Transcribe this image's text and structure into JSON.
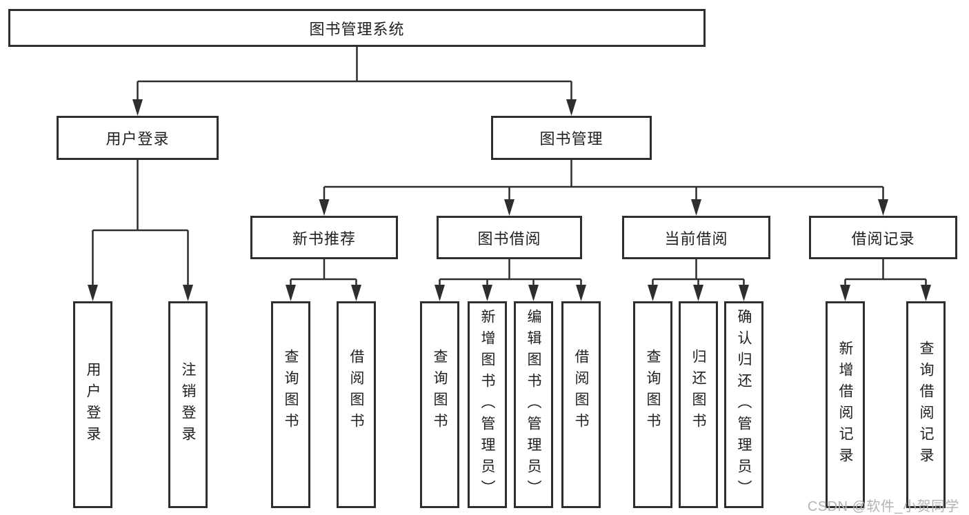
{
  "colors": {
    "background": "#ffffff",
    "box_border": "#2e2e2e",
    "connector": "#2e2e2e",
    "text": "#1f1f1f",
    "watermark_text": "#b3b3b3"
  },
  "diagram": {
    "type": "hierarchy-tree",
    "nodes": {
      "root": "图书管理系统",
      "user_login": "用户登录",
      "book_mgmt": "图书管理",
      "new_book_rec": "新书推荐",
      "book_borrow": "图书借阅",
      "current_borrow": "当前借阅",
      "borrow_record": "借阅记录",
      "ul_login": "用户登录",
      "ul_logout": "注销登录",
      "nb_query_book": "查询图书",
      "nb_borrow_book": "借阅图书",
      "bb_query_book": "查询图书",
      "bb_add_book": "新增图书（管理员）",
      "bb_edit_book": "编辑图书（管理员）",
      "bb_borrow_book": "借阅图书",
      "cb_query_book": "查询图书",
      "cb_return_book": "归还图书",
      "cb_confirm_return": "确认归还（管理员）",
      "br_add_record": "新增借阅记录",
      "br_query_record": "查询借阅记录"
    },
    "edges": [
      [
        "root",
        "user_login"
      ],
      [
        "root",
        "book_mgmt"
      ],
      [
        "user_login",
        "ul_login"
      ],
      [
        "user_login",
        "ul_logout"
      ],
      [
        "book_mgmt",
        "new_book_rec"
      ],
      [
        "book_mgmt",
        "book_borrow"
      ],
      [
        "book_mgmt",
        "current_borrow"
      ],
      [
        "book_mgmt",
        "borrow_record"
      ],
      [
        "new_book_rec",
        "nb_query_book"
      ],
      [
        "new_book_rec",
        "nb_borrow_book"
      ],
      [
        "book_borrow",
        "bb_query_book"
      ],
      [
        "book_borrow",
        "bb_add_book"
      ],
      [
        "book_borrow",
        "bb_edit_book"
      ],
      [
        "book_borrow",
        "bb_borrow_book"
      ],
      [
        "current_borrow",
        "cb_query_book"
      ],
      [
        "current_borrow",
        "cb_return_book"
      ],
      [
        "current_borrow",
        "cb_confirm_return"
      ],
      [
        "borrow_record",
        "br_add_record"
      ],
      [
        "borrow_record",
        "br_query_record"
      ]
    ]
  },
  "watermark": "CSDN @软件_小贺同学"
}
